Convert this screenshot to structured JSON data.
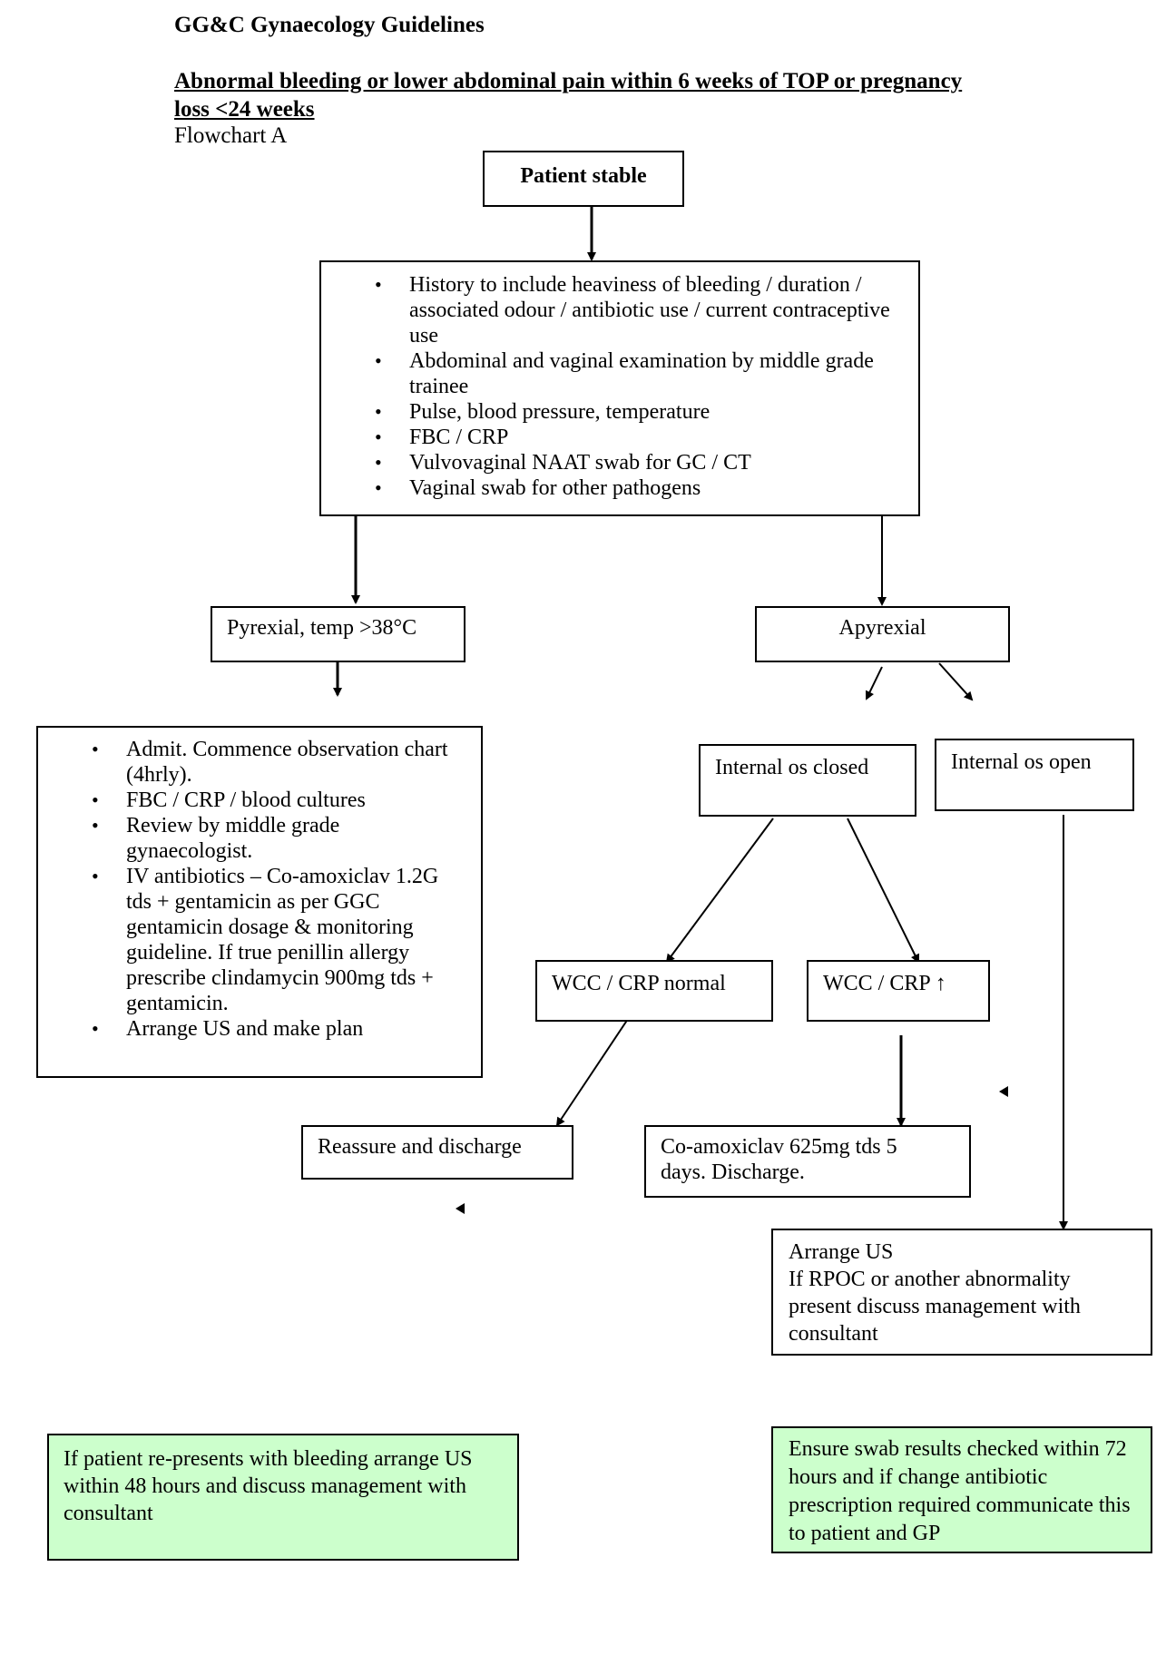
{
  "header": {
    "org_title": "GG&C Gynaecology Guidelines",
    "document_title": "Abnormal bleeding or lower abdominal pain within 6 weeks of TOP or pregnancy loss <24 weeks",
    "flowchart_label": "Flowchart A"
  },
  "flowchart": {
    "patient_stable": "Patient stable",
    "assessment_items": [
      "History to include heaviness of bleeding / duration / associated odour / antibiotic use / current contraceptive use",
      "Abdominal and vaginal examination by middle grade trainee",
      "Pulse, blood pressure, temperature",
      "FBC / CRP",
      "Vulvovaginal NAAT swab for GC / CT",
      "Vaginal swab for other pathogens"
    ],
    "pyrexial": "Pyrexial, temp >38°C",
    "apyrexial": "Apyrexial",
    "pyrexial_actions": [
      "Admit. Commence observation chart (4hrly).",
      "FBC / CRP / blood cultures",
      "Review by middle grade gynaecologist.",
      "IV antibiotics – Co-amoxiclav 1.2G tds + gentamicin as per GGC gentamicin dosage & monitoring guideline. If true penillin allergy prescribe clindamycin 900mg tds + gentamicin.",
      "Arrange US and make plan"
    ],
    "os_closed": "Internal os closed",
    "os_open": "Internal os open",
    "wcc_normal": "WCC / CRP normal",
    "wcc_raised": "WCC / CRP ↑",
    "reassure": "Reassure and discharge",
    "coamoxiclav": "Co-amoxiclav 625mg tds 5 days. Discharge.",
    "arrange_us_title": "Arrange US",
    "arrange_us_text": "If RPOC or another abnormality present discuss management with consultant",
    "note_left": "If patient re-presents with bleeding arrange US within 48 hours and discuss management with consultant",
    "note_right": "Ensure swab results checked within 72 hours and if change antibiotic prescription required communicate this to patient and GP"
  },
  "colors": {
    "note_background": "#ccffcc",
    "line": "#000000"
  }
}
